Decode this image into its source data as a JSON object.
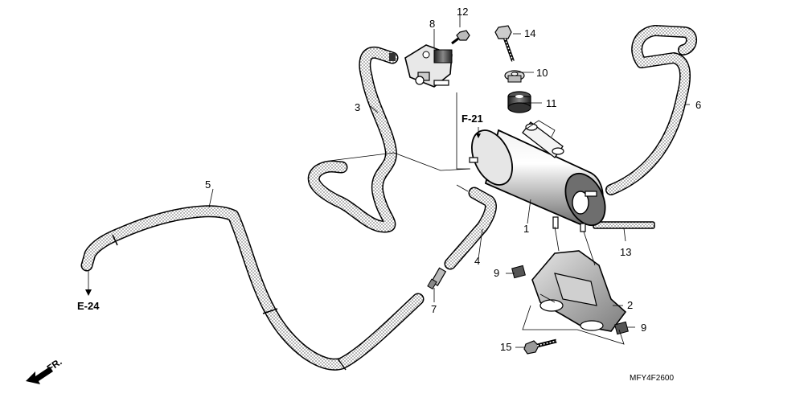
{
  "diagram": {
    "code": "MFY4F2600",
    "refs": {
      "e24": "E-24",
      "f21": "F-21",
      "front": "FR."
    },
    "callouts": [
      {
        "key": "c1",
        "label": "1"
      },
      {
        "key": "c2",
        "label": "2"
      },
      {
        "key": "c3",
        "label": "3"
      },
      {
        "key": "c4",
        "label": "4"
      },
      {
        "key": "c5",
        "label": "5"
      },
      {
        "key": "c6",
        "label": "6"
      },
      {
        "key": "c7",
        "label": "7"
      },
      {
        "key": "c8",
        "label": "8"
      },
      {
        "key": "c9a",
        "label": "9"
      },
      {
        "key": "c9b",
        "label": "9"
      },
      {
        "key": "c10",
        "label": "10"
      },
      {
        "key": "c11",
        "label": "11"
      },
      {
        "key": "c12",
        "label": "12"
      },
      {
        "key": "c13",
        "label": "13"
      },
      {
        "key": "c14",
        "label": "14"
      },
      {
        "key": "c15",
        "label": "15"
      }
    ]
  }
}
